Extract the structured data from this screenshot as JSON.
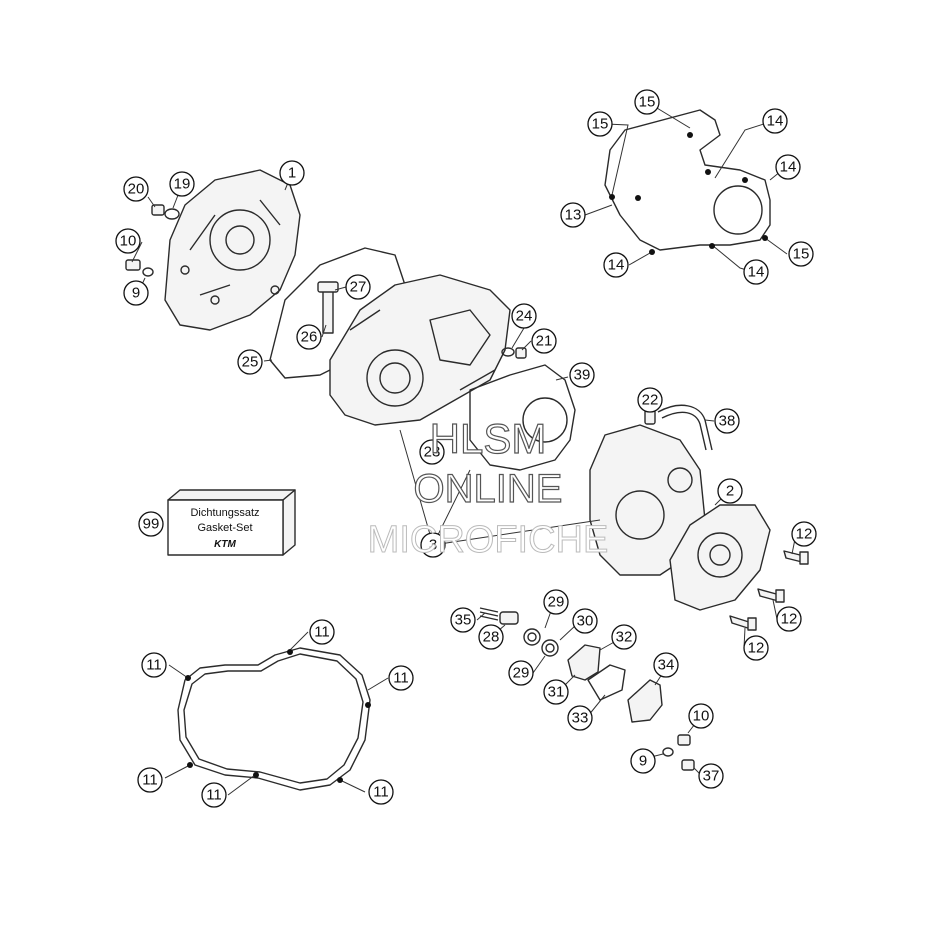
{
  "callouts": [
    {
      "label": "1"
    },
    {
      "label": "20"
    },
    {
      "label": "19"
    },
    {
      "label": "10"
    },
    {
      "label": "9"
    },
    {
      "label": "27"
    },
    {
      "label": "26"
    },
    {
      "label": "25"
    },
    {
      "label": "24"
    },
    {
      "label": "21"
    },
    {
      "label": "39"
    },
    {
      "label": "22"
    },
    {
      "label": "38"
    },
    {
      "label": "23"
    },
    {
      "label": "3"
    },
    {
      "label": "2"
    },
    {
      "label": "12"
    },
    {
      "label": "12"
    },
    {
      "label": "12"
    },
    {
      "label": "15"
    },
    {
      "label": "15"
    },
    {
      "label": "14"
    },
    {
      "label": "14"
    },
    {
      "label": "13"
    },
    {
      "label": "14"
    },
    {
      "label": "15"
    },
    {
      "label": "14"
    },
    {
      "label": "99"
    },
    {
      "label": "11"
    },
    {
      "label": "11"
    },
    {
      "label": "11"
    },
    {
      "label": "11"
    },
    {
      "label": "11"
    },
    {
      "label": "11"
    },
    {
      "label": "35"
    },
    {
      "label": "28"
    },
    {
      "label": "29"
    },
    {
      "label": "30"
    },
    {
      "label": "29"
    },
    {
      "label": "32"
    },
    {
      "label": "31"
    },
    {
      "label": "33"
    },
    {
      "label": "34"
    },
    {
      "label": "10"
    },
    {
      "label": "9"
    },
    {
      "label": "37"
    }
  ],
  "gasket_box": {
    "line1": "Dichtungssatz",
    "line2": "Gasket-Set",
    "logo": "KTM"
  },
  "watermark": {
    "line1": "HLSM",
    "line2": "ONLINE",
    "line3": "MICROFICHE"
  }
}
